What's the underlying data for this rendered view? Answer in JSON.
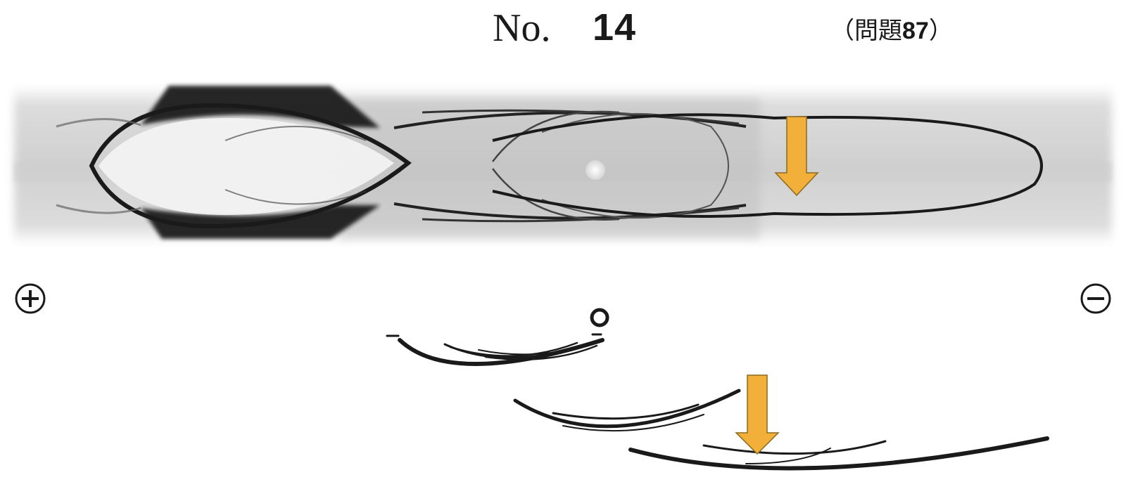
{
  "header": {
    "no_label": "No.",
    "number": "14",
    "ref_open": "（問題",
    "ref_number": "87",
    "ref_close": "）"
  },
  "poles": {
    "anode": "plus-sign-icon",
    "cathode": "minus-sign-icon"
  },
  "colors": {
    "arrow": "#f2b03a",
    "arrow_stroke": "#8a6a1e",
    "ink": "#1a1a1a"
  }
}
